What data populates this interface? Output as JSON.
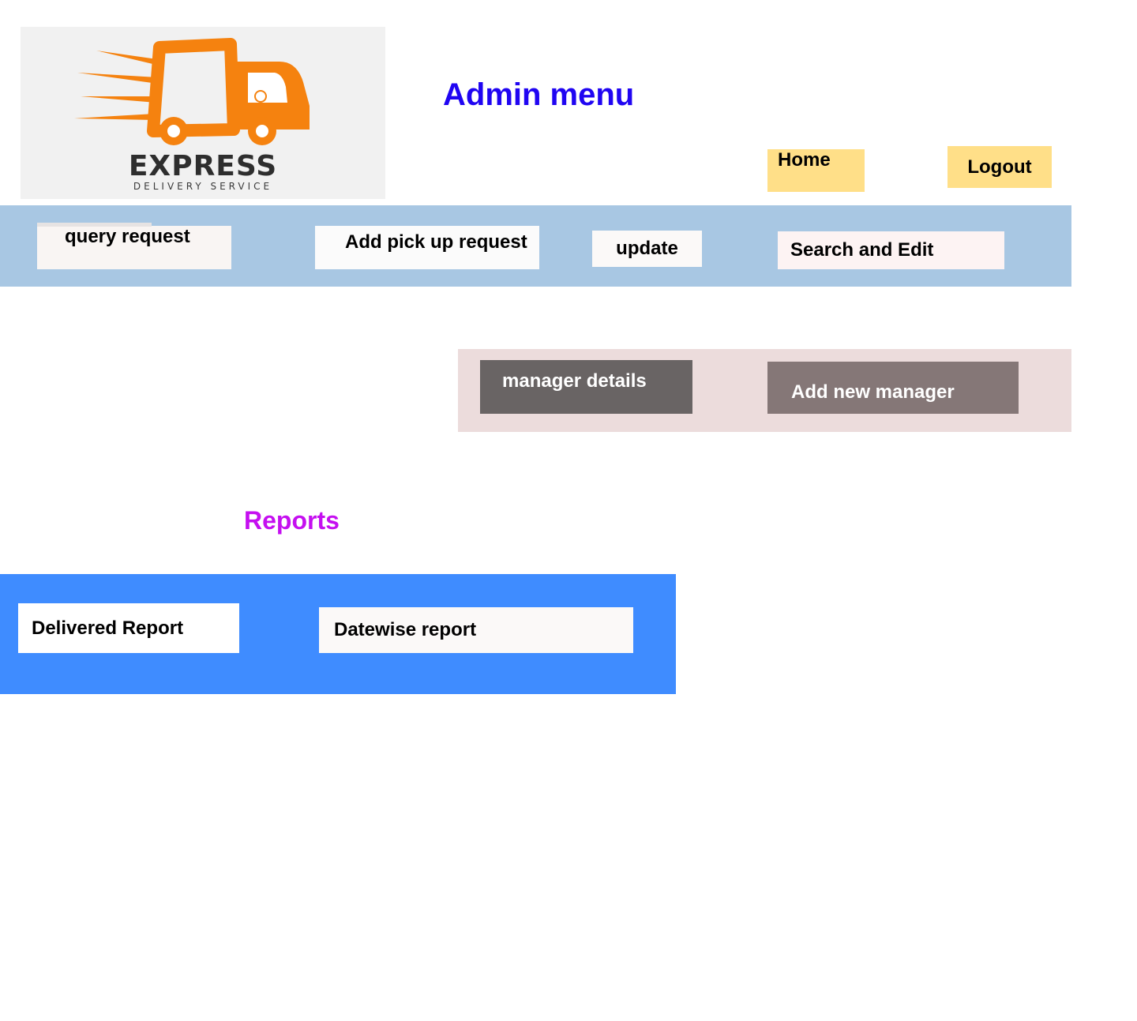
{
  "logo": {
    "title": "EXPRESS",
    "subtitle": "DELIVERY SERVICE",
    "icon": "delivery-truck-icon",
    "accent": "#f5820f"
  },
  "header": {
    "title": "Admin menu",
    "title_color": "#2005f2"
  },
  "top_actions": {
    "home_label": "Home",
    "logout_label": "Logout",
    "color": "#ffdf88"
  },
  "nav": {
    "color": "#a8c7e3",
    "items": [
      {
        "label": "query request"
      },
      {
        "label": "Add pick up request"
      },
      {
        "label": "update"
      },
      {
        "label": "Search and Edit"
      }
    ]
  },
  "manager": {
    "color": "#ecdcdc",
    "details_label": "manager details",
    "add_label": "Add new manager"
  },
  "reports": {
    "title": "Reports",
    "title_color": "#c50ff0",
    "bar_color": "#3f8cff",
    "items": [
      {
        "label": "Delivered Report"
      },
      {
        "label": "Datewise report"
      }
    ]
  }
}
